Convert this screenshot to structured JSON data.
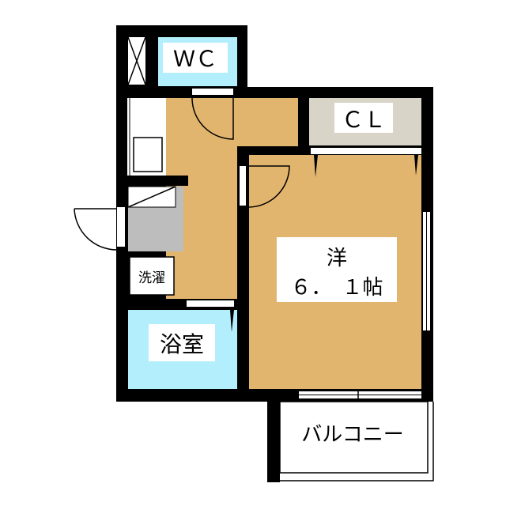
{
  "rooms": {
    "wc": {
      "label": "ＷＣ"
    },
    "closet": {
      "label": "ＣＬ"
    },
    "western_room": {
      "label": "洋",
      "size": "６．　１帖"
    },
    "laundry": {
      "label": "洗濯"
    },
    "bathroom": {
      "label": "浴室"
    },
    "balcony": {
      "label": "バルコニー"
    }
  },
  "colors": {
    "wall": "#000000",
    "floor": "#e2b56e",
    "water": "#b3eefc",
    "closet": "#d8d5c8",
    "entry": "#bdbdbd"
  }
}
